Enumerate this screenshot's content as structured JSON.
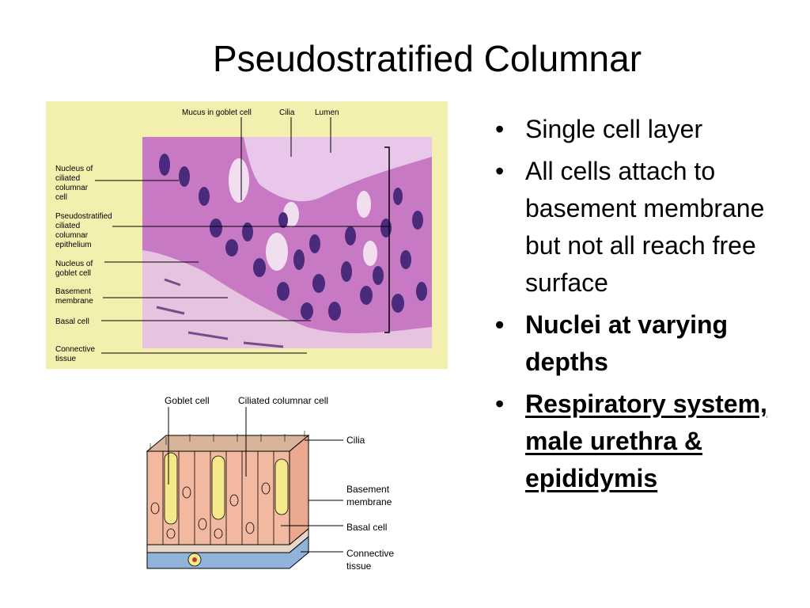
{
  "slide": {
    "title": "Pseudostratified Columnar",
    "bullets": [
      "Single cell layer",
      "All cells attach to basement membrane but not all reach free surface",
      "Nuclei at varying depths",
      "Respiratory system, male urethra & epididymis"
    ],
    "bullet_glyph": "•"
  },
  "micrograph": {
    "top_labels": [
      "Mucus in goblet cell",
      "Cilia",
      "Lumen"
    ],
    "left_labels": {
      "nucleus_ciliated": [
        "Nucleus of",
        "ciliated",
        "columnar",
        "cell"
      ],
      "pseudostratified": [
        "Pseudostratified",
        "ciliated",
        "columnar",
        "epithelium"
      ],
      "nucleus_goblet": [
        "Nucleus of",
        "goblet cell"
      ],
      "basement": [
        "Basement",
        "membrane"
      ],
      "basal": [
        "Basal cell"
      ],
      "connective": [
        "Connective",
        "tissue"
      ]
    }
  },
  "diagram": {
    "top_labels": [
      "Goblet cell",
      "Ciliated columnar cell"
    ],
    "right_labels": {
      "cilia": [
        "Cilia"
      ],
      "basement": [
        "Basement",
        "membrane"
      ],
      "basal": [
        "Basal cell"
      ],
      "connective": [
        "Connective",
        "tissue"
      ]
    }
  },
  "colors": {
    "micro_background": "#f3efae",
    "tissue_pink": "#c77ac3",
    "nucleus_purple": "#4a2a7a",
    "diagram_cell": "#f2b9a0",
    "diagram_goblet": "#f6e98a",
    "diagram_connective": "#8fb3d9"
  }
}
